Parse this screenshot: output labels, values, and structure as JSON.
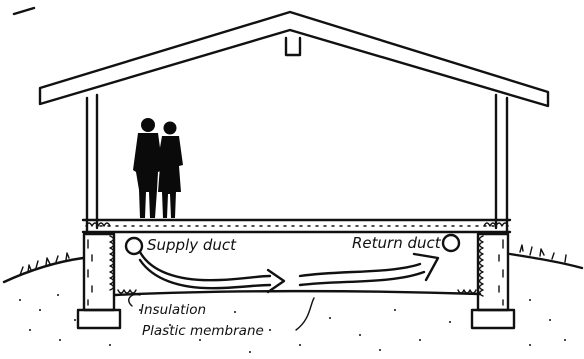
{
  "labels": {
    "supply_duct": "Supply duct",
    "return_duct": "Return duct",
    "insulation": "Insulation",
    "plastic_membrane": "Plastic membrane"
  },
  "colors": {
    "ink": "#111111",
    "paper": "#ffffff",
    "silhouette": "#0a0a0a"
  },
  "icons": [
    "house-section-drawing",
    "people-silhouette-icon",
    "supply-air-arrow-icon",
    "return-air-arrow-icon"
  ]
}
